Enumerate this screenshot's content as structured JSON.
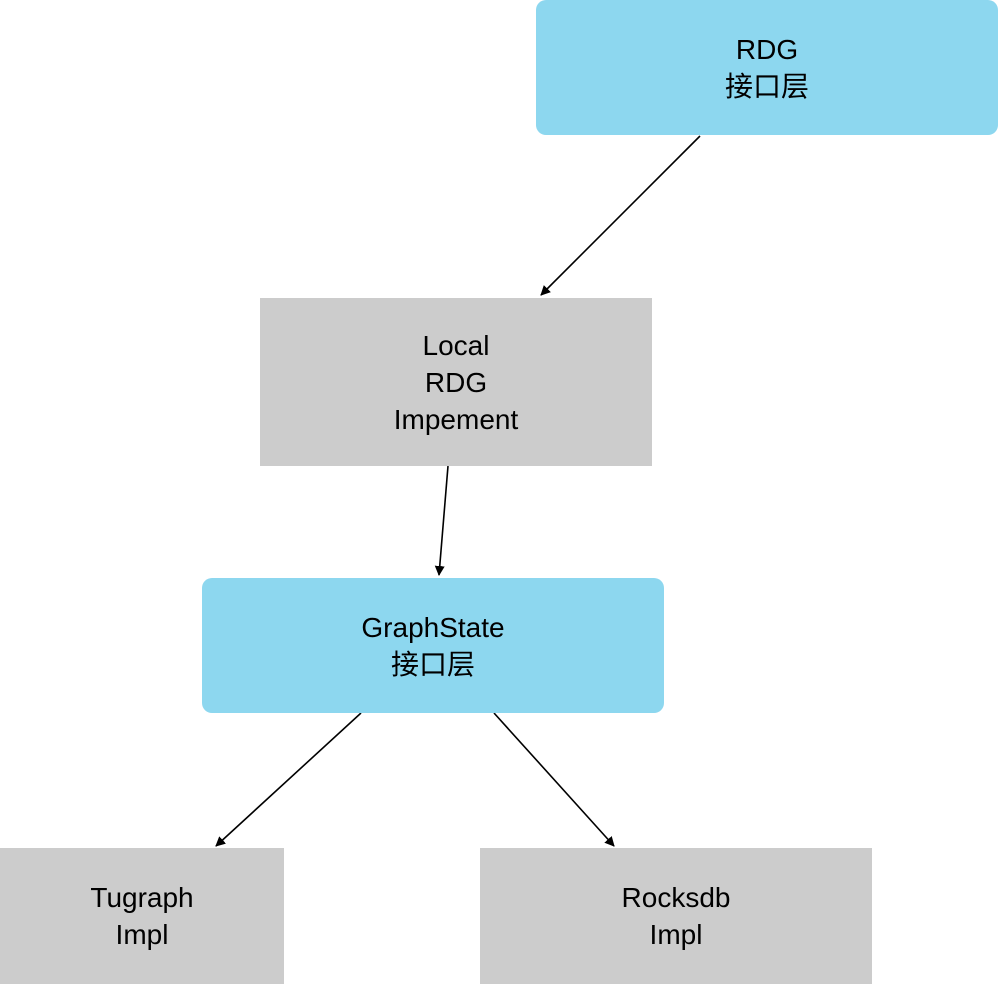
{
  "colors": {
    "interface_fill": "#8dd7ef",
    "impl_fill": "#cccccc",
    "edge": "#000000"
  },
  "nodes": {
    "rdg_interface": {
      "line1": "RDG",
      "line2": "接口层"
    },
    "local_rdg": {
      "line1": "Local",
      "line2": "RDG",
      "line3": "Impement"
    },
    "graphstate_interface": {
      "line1": "GraphState",
      "line2": "接口层"
    },
    "tugraph_impl": {
      "line1": "Tugraph",
      "line2": "Impl"
    },
    "rocksdb_impl": {
      "line1": "Rocksdb",
      "line2": "Impl"
    }
  },
  "edges": [
    {
      "from": "rdg_interface",
      "to": "local_rdg"
    },
    {
      "from": "local_rdg",
      "to": "graphstate_interface"
    },
    {
      "from": "graphstate_interface",
      "to": "tugraph_impl"
    },
    {
      "from": "graphstate_interface",
      "to": "rocksdb_impl"
    }
  ]
}
